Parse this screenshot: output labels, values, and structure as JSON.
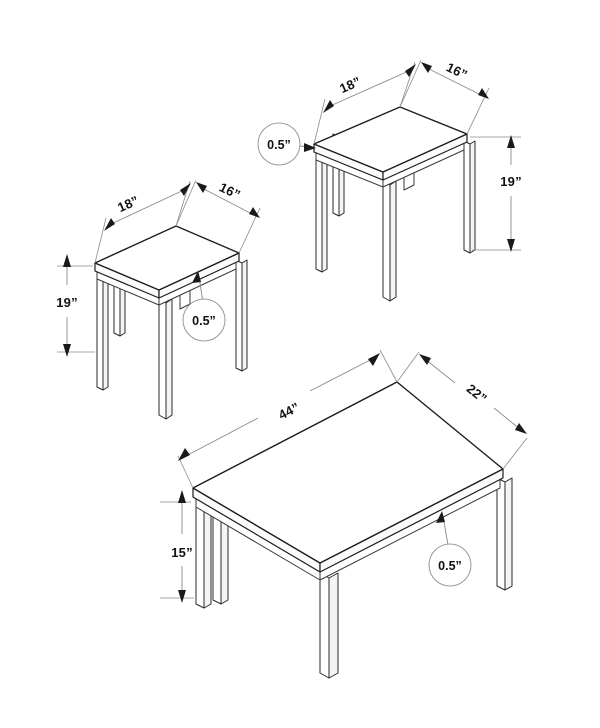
{
  "document": {
    "type": "technical-line-drawing",
    "subject": "3-piece occasional table set dimension diagram",
    "background_color": "#ffffff",
    "line_color": "#1d1d1d",
    "dimension_line_color": "#8a8a8a",
    "text_color": "#111111",
    "unit_symbol": "”"
  },
  "items": [
    {
      "id": "end-table-left",
      "name": "End Table (left)",
      "dimensions": {
        "width": "18”",
        "depth": "16”",
        "height": "19”",
        "thickness": "0.5”"
      }
    },
    {
      "id": "end-table-right",
      "name": "End Table (right)",
      "dimensions": {
        "width": "18”",
        "depth": "16”",
        "height": "19”",
        "thickness": "0.5”"
      }
    },
    {
      "id": "coffee-table",
      "name": "Coffee Table",
      "dimensions": {
        "width": "44”",
        "depth": "22”",
        "height": "15”",
        "thickness": "0.5”"
      }
    }
  ],
  "labels": {
    "right_table_width": "18”",
    "right_table_depth": "16”",
    "right_table_height": "19”",
    "right_table_thickness": "0.5”",
    "left_table_width": "18”",
    "left_table_depth": "16”",
    "left_table_height": "19”",
    "left_table_thickness": "0.5”",
    "coffee_table_width": "44”",
    "coffee_table_depth": "22”",
    "coffee_table_height": "15”",
    "coffee_table_thickness": "0.5”"
  }
}
